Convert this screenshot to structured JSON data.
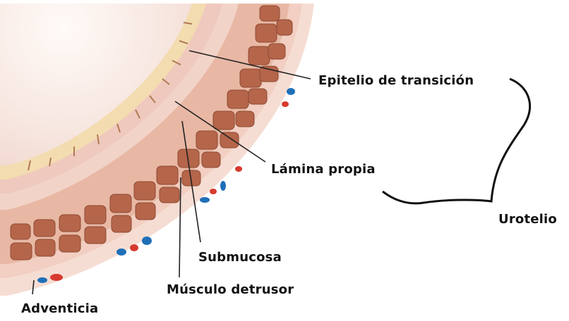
{
  "labels": {
    "epitelio": "Epitelio de transición",
    "lamina": "Lámina propia",
    "urotelio": "Urotelio",
    "submucosa": "Submucosa",
    "musculo": "Músculo detrusor",
    "adventicia": "Adventicia"
  },
  "colors": {
    "lumen": "#f4e4de",
    "epithelium": "#f3dcb0",
    "lamina_propria": "#efc9bd",
    "submucosa": "#f2d3c8",
    "muscle_fill": "#b5654a",
    "muscle_gap": "#e8b8a4",
    "adventitia": "#f6ddd3",
    "vessel_blue": "#1f6fb8",
    "vessel_red": "#d73a2e"
  }
}
